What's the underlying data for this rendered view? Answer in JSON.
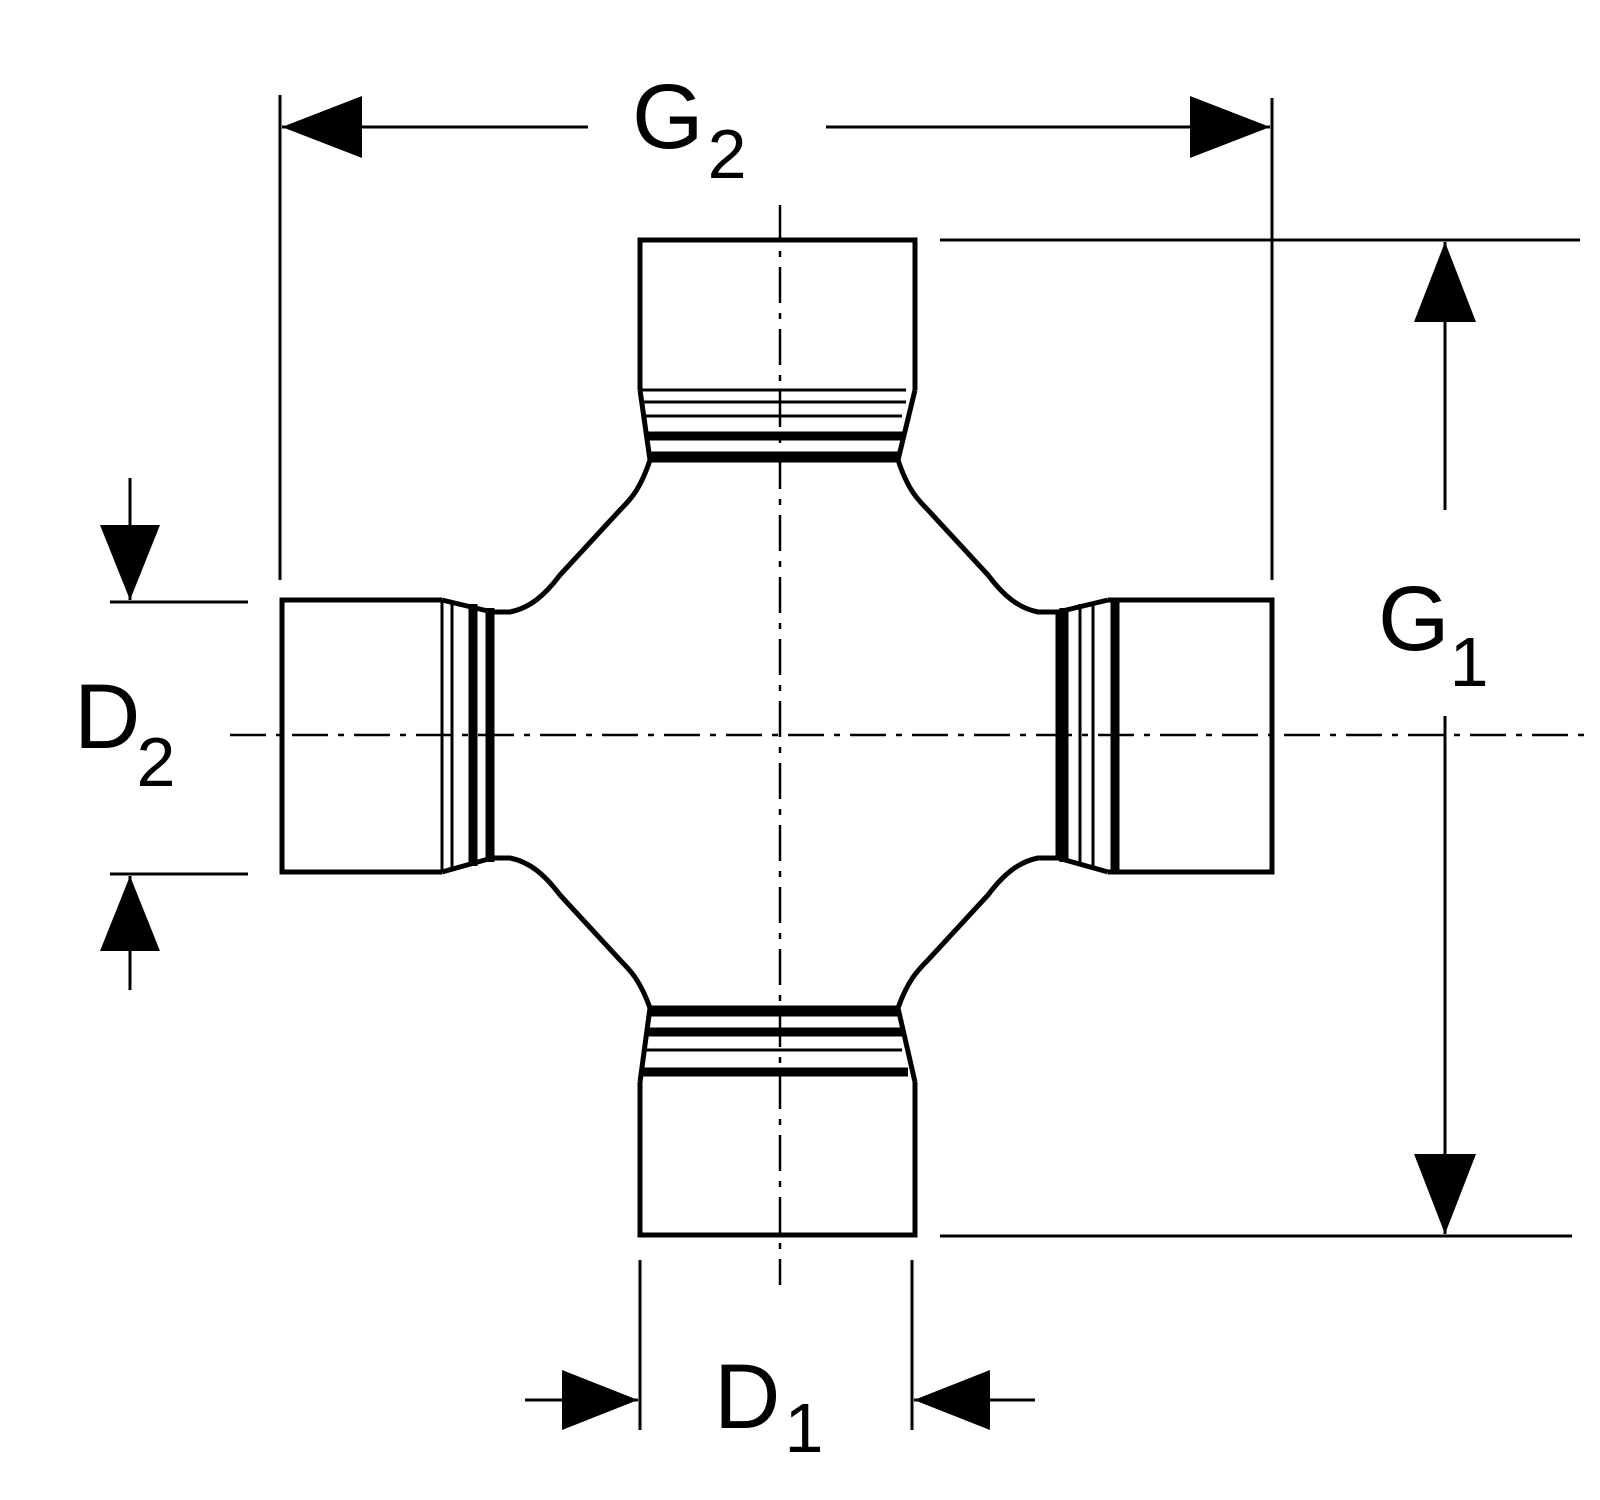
{
  "diagram": {
    "labels": {
      "g2": {
        "main": "G",
        "sub": "2"
      },
      "g1": {
        "main": "G",
        "sub": "1"
      },
      "d2": {
        "main": "D",
        "sub": "2"
      },
      "d1": {
        "main": "D",
        "sub": "1"
      }
    }
  }
}
